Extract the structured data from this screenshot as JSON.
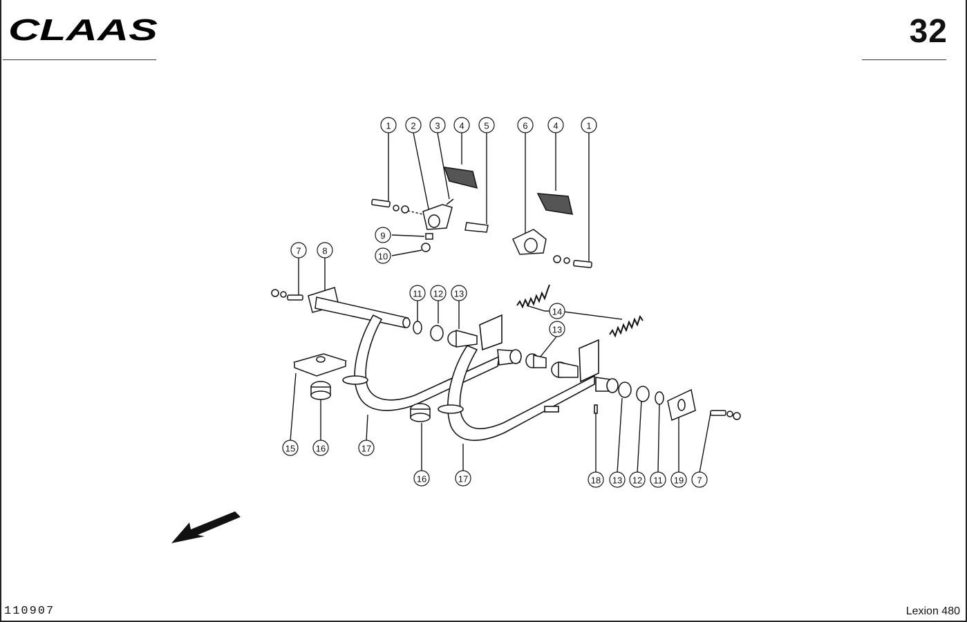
{
  "header": {
    "brand": "CLAAS",
    "page_number": "32"
  },
  "footer": {
    "drawing_number": "110907",
    "model": "Lexion 480"
  },
  "callouts": [
    {
      "id": "c1a",
      "label": "1"
    },
    {
      "id": "c2",
      "label": "2"
    },
    {
      "id": "c3",
      "label": "3"
    },
    {
      "id": "c4a",
      "label": "4"
    },
    {
      "id": "c5",
      "label": "5"
    },
    {
      "id": "c6",
      "label": "6"
    },
    {
      "id": "c4b",
      "label": "4"
    },
    {
      "id": "c1b",
      "label": "1"
    },
    {
      "id": "c9",
      "label": "9"
    },
    {
      "id": "c10",
      "label": "10"
    },
    {
      "id": "c7a",
      "label": "7"
    },
    {
      "id": "c8",
      "label": "8"
    },
    {
      "id": "c11a",
      "label": "11"
    },
    {
      "id": "c12a",
      "label": "12"
    },
    {
      "id": "c13a",
      "label": "13"
    },
    {
      "id": "c14",
      "label": "14"
    },
    {
      "id": "c13b",
      "label": "13"
    },
    {
      "id": "c15",
      "label": "15"
    },
    {
      "id": "c16a",
      "label": "16"
    },
    {
      "id": "c17a",
      "label": "17"
    },
    {
      "id": "c16b",
      "label": "16"
    },
    {
      "id": "c17b",
      "label": "17"
    },
    {
      "id": "c18",
      "label": "18"
    },
    {
      "id": "c13c",
      "label": "13"
    },
    {
      "id": "c12b",
      "label": "12"
    },
    {
      "id": "c11b",
      "label": "11"
    },
    {
      "id": "c19",
      "label": "19"
    },
    {
      "id": "c7b",
      "label": "7"
    }
  ],
  "icons": {
    "logo": "claas-logo",
    "direction": "travel-direction-arrow-icon"
  }
}
